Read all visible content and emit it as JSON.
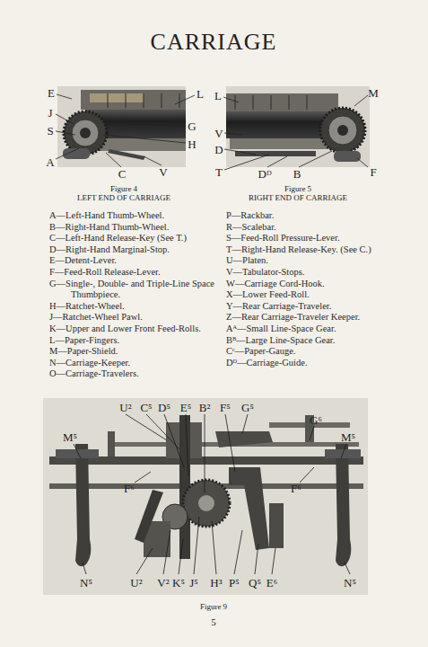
{
  "diagram": {
    "title": "CARRIAGE",
    "labels": [
      "E",
      "J",
      "S",
      "A",
      "C",
      "V",
      "H",
      "G",
      "L",
      "L",
      "M",
      "V",
      "D",
      "T",
      "Dᴰ",
      "B",
      "F",
      "Figure 4",
      "LEFT END OF CARRIAGE",
      "Figure 5",
      "RIGHT END OF CARRIAGE",
      "A—Left-Hand Thumb-Wheel.",
      "B—Right-Hand Thumb-Wheel.",
      "C—Left-Hand Release-Key (See T.)",
      "D—Right-Hand Marginal-Stop.",
      "E—Detent-Lever.",
      "F—Feed-Roll Release-Lever.",
      "G—Single-, Double- and Triple-Line Space Thumbpiece.",
      "H—Ratchet-Wheel.",
      "J—Ratchet-Wheel Pawl.",
      "K—Upper and Lower Front Feed-Rolls.",
      "L—Paper-Fingers.",
      "M—Paper-Shield.",
      "N—Carriage-Keeper.",
      "O—Carriage-Travelers.",
      "P—Rackbar.",
      "R—Scalebar.",
      "S—Feed-Roll Pressure-Lever.",
      "T—Right-Hand Release-Key. (See C.)",
      "U—Platen.",
      "V—Tabulator-Stops.",
      "W—Carriage Cord-Hook.",
      "X—Lower Feed-Roll.",
      "Y—Rear Carriage-Traveler.",
      "Z—Rear Carriage-Traveler Keeper.",
      "Aᴬ—Small Line-Space Gear.",
      "Bᴮ—Large Line-Space Gear.",
      "Cᶜ—Paper-Gauge.",
      "Dᴰ—Carriage-Guide.",
      "U²",
      "C⁵",
      "D⁵",
      "E⁵",
      "B²",
      "F⁵",
      "G⁵",
      "G⁶",
      "M⁵",
      "M⁵",
      "F⁶",
      "F⁶",
      "N⁵",
      "U²",
      "V²",
      "K⁵",
      "J⁵",
      "H³",
      "P⁵",
      "Q⁵",
      "E⁶",
      "N⁵",
      "Figure 9",
      "5"
    ]
  }
}
